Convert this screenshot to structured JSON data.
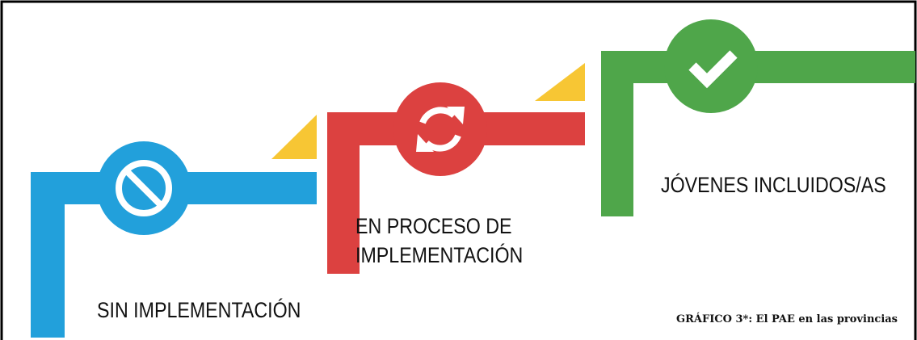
{
  "stages": [
    {
      "label_lines": [
        "SIN IMPLEMENTACIÓN"
      ],
      "color": "#22a0db",
      "icon": "prohibited-icon"
    },
    {
      "label_lines": [
        "EN PROCESO DE",
        "IMPLEMENTACIÓN"
      ],
      "color": "#dc4140",
      "icon": "refresh-icon"
    },
    {
      "label_lines": [
        "JÓVENES INCLUIDOS/AS"
      ],
      "color": "#4fa64a",
      "icon": "checkmark-icon"
    }
  ],
  "accent_color": "#f7c634",
  "caption": "GRÁFICO 3*: El PAE en las provincias"
}
